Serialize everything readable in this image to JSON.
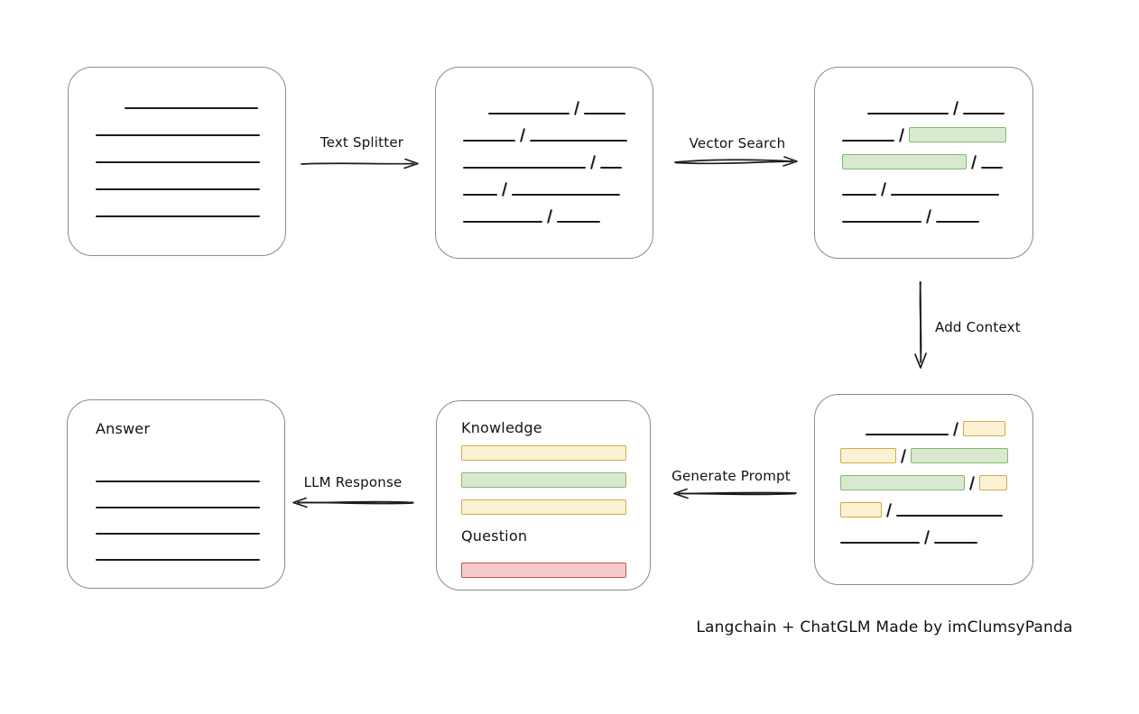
{
  "caption": "Langchain + ChatGLM Made by imClumsyPanda",
  "colors": {
    "box_border": "#8c8c8c",
    "line": "#1c1c1c",
    "green_fill": "#d8e9d0",
    "green_border": "#84b869",
    "yellow_fill": "#fbf1d4",
    "yellow_border": "#d4ab41",
    "red_fill": "#f5cbc9",
    "red_border": "#bb5450"
  },
  "arrows": {
    "text_splitter": {
      "label": "Text Splitter",
      "direction": "right"
    },
    "vector_search": {
      "label": "Vector Search",
      "direction": "right"
    },
    "add_context": {
      "label": "Add Context",
      "direction": "down"
    },
    "generate_prompt": {
      "label": "Generate Prompt",
      "direction": "left"
    },
    "llm_response": {
      "label": "LLM Response",
      "direction": "left"
    }
  },
  "boxes": {
    "document": {
      "description": "source document with text lines",
      "rows": [
        [
          {
            "t": "indent",
            "w": 32
          },
          {
            "t": "line",
            "w": 148
          }
        ],
        [
          {
            "t": "line",
            "w": 182
          }
        ],
        [
          {
            "t": "line",
            "w": 182
          }
        ],
        [
          {
            "t": "line",
            "w": 182
          }
        ],
        [
          {
            "t": "line",
            "w": 182
          }
        ]
      ]
    },
    "chunks": {
      "description": "document split into chunks",
      "rows": [
        [
          {
            "t": "indent",
            "w": 28
          },
          {
            "t": "line",
            "w": 90
          },
          {
            "t": "slash"
          },
          {
            "t": "line",
            "w": 46
          }
        ],
        [
          {
            "t": "line",
            "w": 58
          },
          {
            "t": "slash"
          },
          {
            "t": "line",
            "w": 108
          }
        ],
        [
          {
            "t": "line",
            "w": 136
          },
          {
            "t": "slash"
          },
          {
            "t": "line",
            "w": 24
          }
        ],
        [
          {
            "t": "line",
            "w": 38
          },
          {
            "t": "slash"
          },
          {
            "t": "line",
            "w": 120
          }
        ],
        [
          {
            "t": "line",
            "w": 88
          },
          {
            "t": "slash"
          },
          {
            "t": "line",
            "w": 48
          }
        ]
      ]
    },
    "retrieved": {
      "description": "chunks with vector-search matches highlighted green",
      "rows": [
        [
          {
            "t": "indent",
            "w": 28
          },
          {
            "t": "line",
            "w": 90
          },
          {
            "t": "slash"
          },
          {
            "t": "line",
            "w": 46
          }
        ],
        [
          {
            "t": "line",
            "w": 58
          },
          {
            "t": "slash"
          },
          {
            "t": "green",
            "w": 108
          }
        ],
        [
          {
            "t": "green",
            "w": 138
          },
          {
            "t": "slash"
          },
          {
            "t": "line",
            "w": 24
          }
        ],
        [
          {
            "t": "line",
            "w": 38
          },
          {
            "t": "slash"
          },
          {
            "t": "line",
            "w": 120
          }
        ],
        [
          {
            "t": "line",
            "w": 88
          },
          {
            "t": "slash"
          },
          {
            "t": "line",
            "w": 48
          }
        ]
      ]
    },
    "context": {
      "description": "chunks with added context highlighted yellow and green",
      "rows": [
        [
          {
            "t": "indent",
            "w": 28
          },
          {
            "t": "line",
            "w": 92
          },
          {
            "t": "slash"
          },
          {
            "t": "yellow",
            "w": 47
          }
        ],
        [
          {
            "t": "yellow",
            "w": 62
          },
          {
            "t": "slash"
          },
          {
            "t": "green",
            "w": 108
          }
        ],
        [
          {
            "t": "green",
            "w": 138
          },
          {
            "t": "slash"
          },
          {
            "t": "yellow",
            "w": 31
          }
        ],
        [
          {
            "t": "yellow",
            "w": 46
          },
          {
            "t": "slash"
          },
          {
            "t": "line",
            "w": 118
          }
        ],
        [
          {
            "t": "line",
            "w": 88
          },
          {
            "t": "slash"
          },
          {
            "t": "line",
            "w": 48
          }
        ]
      ]
    },
    "prompt": {
      "knowledge_label": "Knowledge",
      "question_label": "Question",
      "knowledge_rows": [
        [
          {
            "t": "yellow",
            "w": 183
          }
        ],
        [
          {
            "t": "green",
            "w": 183
          }
        ],
        [
          {
            "t": "yellow",
            "w": 183
          }
        ]
      ],
      "question_rows": [
        [
          {
            "t": "red",
            "w": 183
          }
        ]
      ]
    },
    "answer": {
      "label": "Answer",
      "rows": [
        [
          {
            "t": "line",
            "w": 182
          }
        ],
        [
          {
            "t": "line",
            "w": 182
          }
        ],
        [
          {
            "t": "line",
            "w": 182
          }
        ],
        [
          {
            "t": "line",
            "w": 182
          }
        ]
      ]
    }
  }
}
